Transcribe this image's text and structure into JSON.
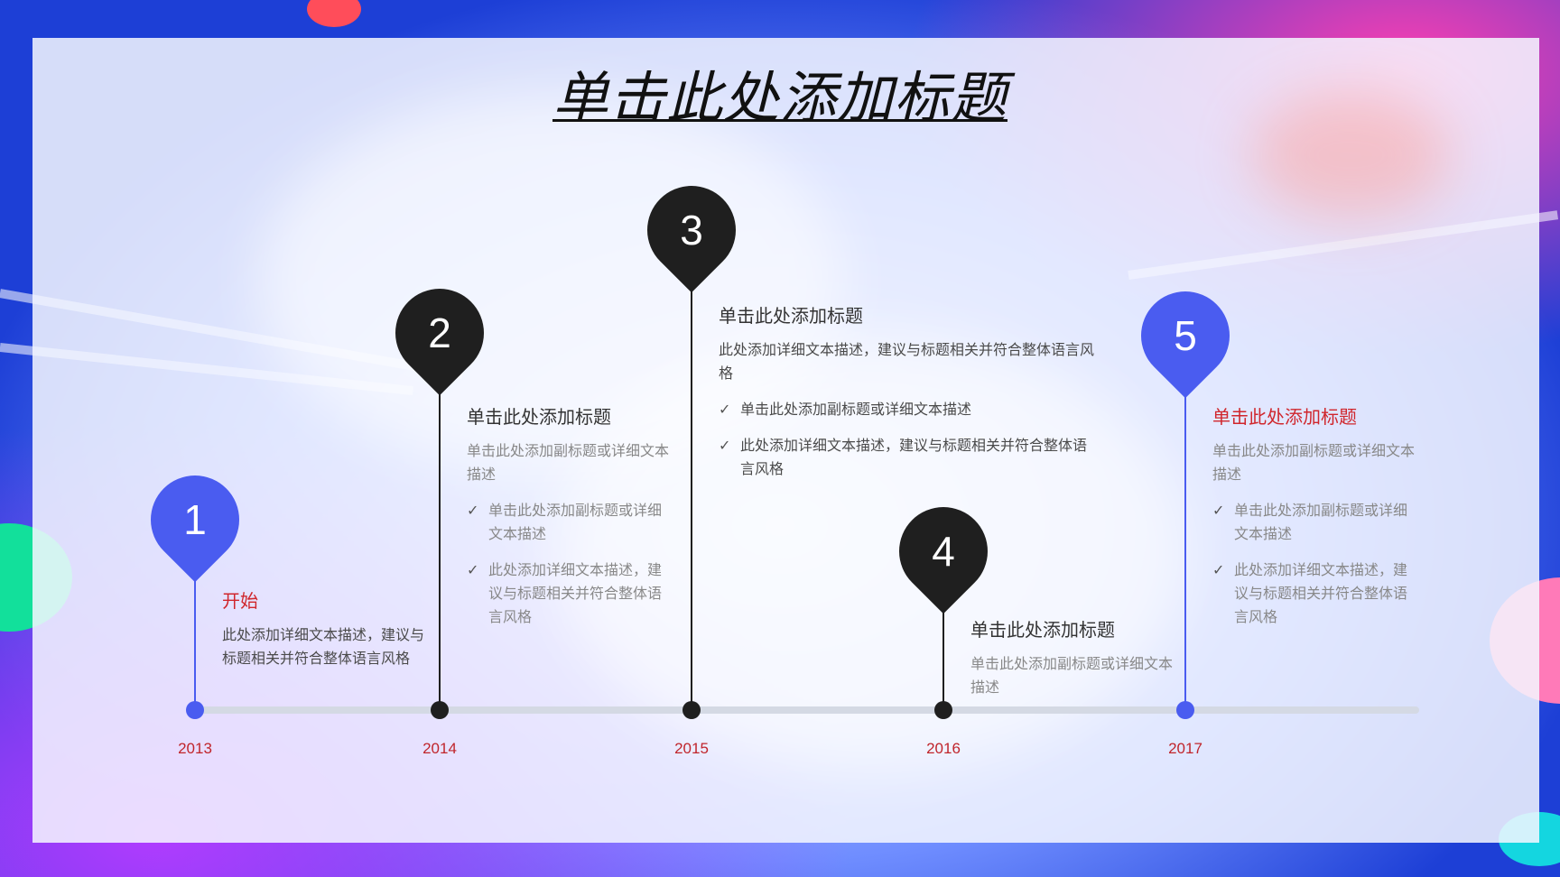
{
  "title": "单击此处添加标题",
  "colors": {
    "accent_blue": "#4a5cf0",
    "dark": "#1f1f1f",
    "year_red": "#c0252b",
    "heading_red": "#d0262c"
  },
  "icons": {
    "check": "check-icon"
  },
  "timeline": [
    {
      "num": "1",
      "year": "2013",
      "heading": "开始",
      "desc": "此处添加详细文本描述，建议与标题相关并符合整体语言风格"
    },
    {
      "num": "2",
      "year": "2014",
      "heading": "单击此处添加标题",
      "desc": "单击此处添加副标题或详细文本描述",
      "checks": [
        "单击此处添加副标题或详细文本描述",
        "此处添加详细文本描述，建议与标题相关并符合整体语言风格"
      ]
    },
    {
      "num": "3",
      "year": "2015",
      "heading": "单击此处添加标题",
      "desc": "此处添加详细文本描述，建议与标题相关并符合整体语言风格",
      "checks": [
        "单击此处添加副标题或详细文本描述",
        "此处添加详细文本描述，建议与标题相关并符合整体语言风格"
      ]
    },
    {
      "num": "4",
      "year": "2016",
      "heading": "单击此处添加标题",
      "desc": "单击此处添加副标题或详细文本描述"
    },
    {
      "num": "5",
      "year": "2017",
      "heading": "单击此处添加标题",
      "desc": "单击此处添加副标题或详细文本描述",
      "checks": [
        "单击此处添加副标题或详细文本描述",
        "此处添加详细文本描述，建议与标题相关并符合整体语言风格"
      ]
    }
  ]
}
